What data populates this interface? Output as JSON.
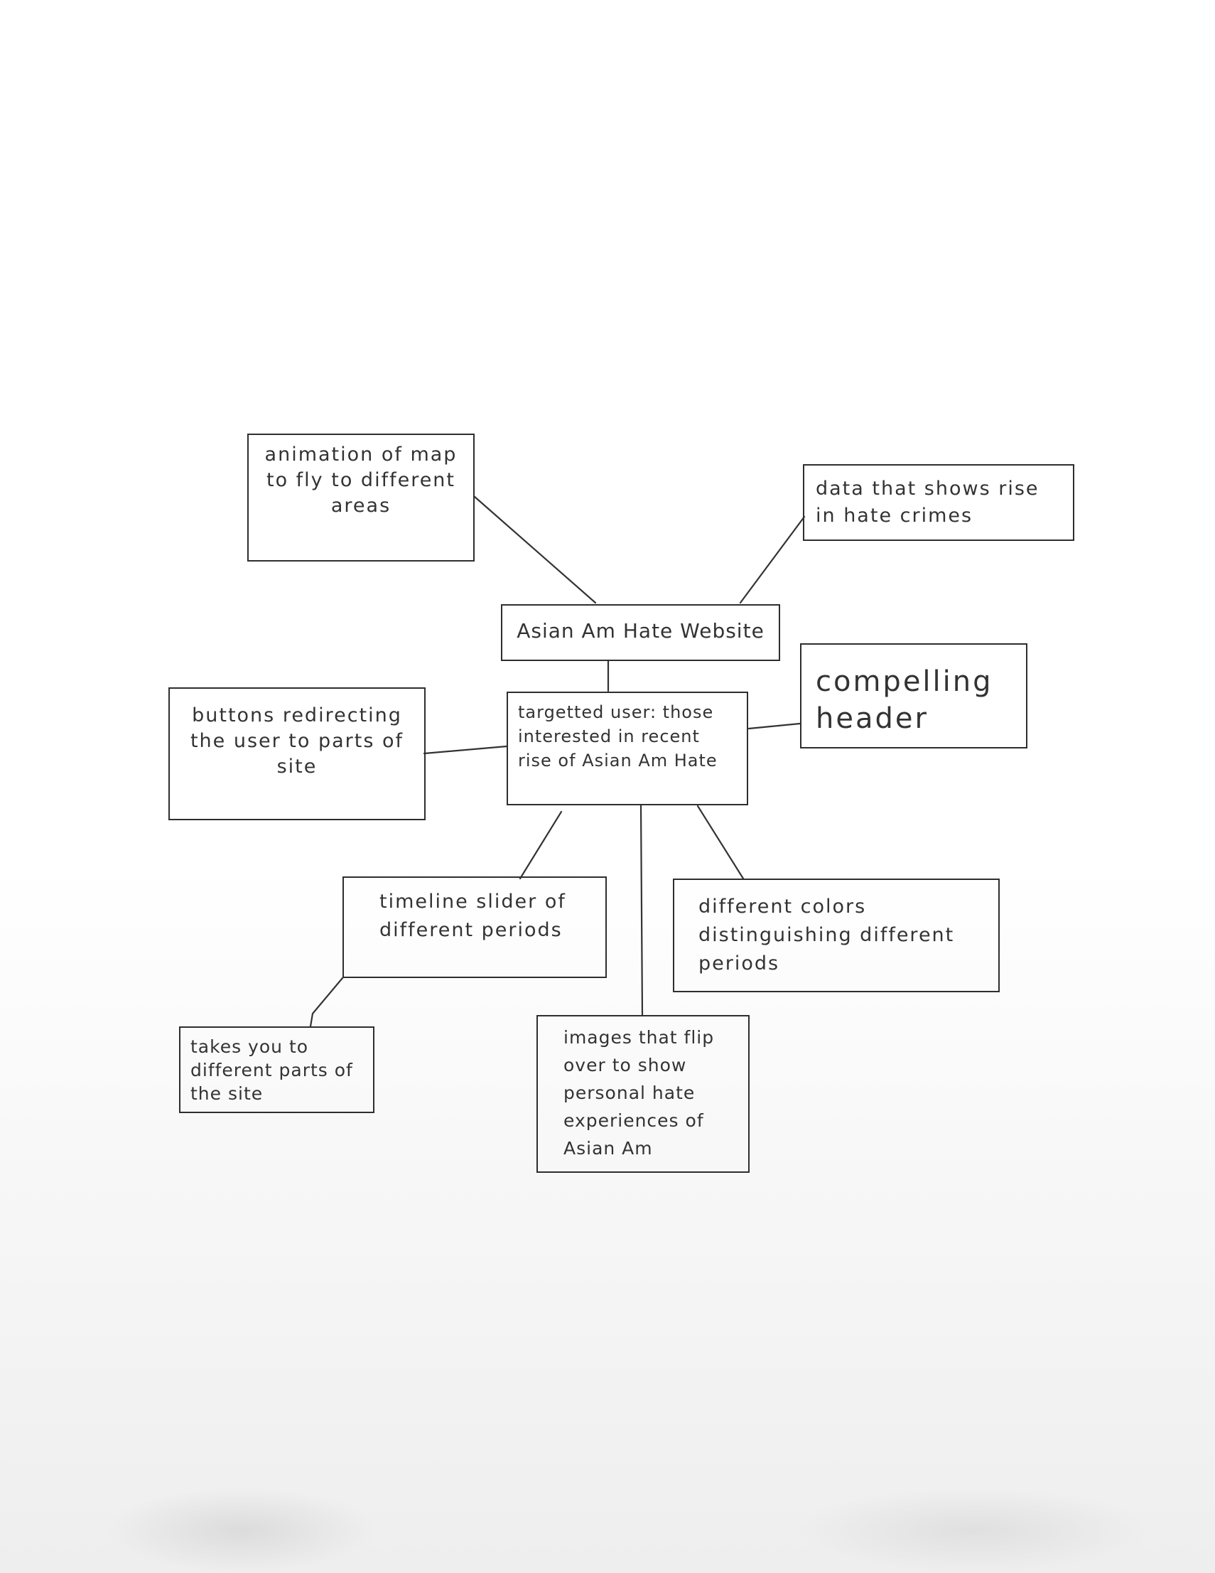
{
  "diagram": {
    "center_node": "Asian Am Hate Website",
    "user_node": "targetted user: those interested in recent rise of Asian Am Hate",
    "nodes": {
      "animation": "animation of map to fly to different areas",
      "data": "data that shows rise in hate crimes",
      "header": "compelling header",
      "buttons": "buttons redirecting the user to parts of site",
      "timeline": "timeline slider of different periods",
      "colors": "different colors distinguishing different periods",
      "takes_you": "takes you to different parts of the site",
      "images": "images that flip over to show personal hate experiences of Asian Am"
    }
  }
}
